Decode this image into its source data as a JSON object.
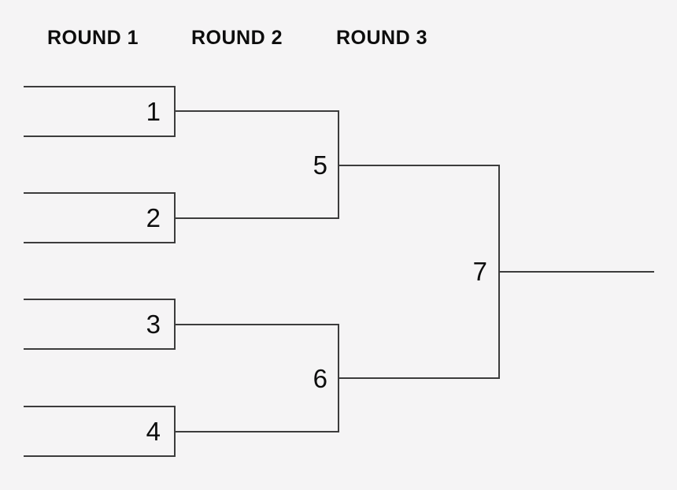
{
  "colors": {
    "background": "#f5f4f5",
    "line": "#3c3c3c",
    "text": "#0d0d0d"
  },
  "headers": [
    {
      "label": "ROUND 1"
    },
    {
      "label": "ROUND 2"
    },
    {
      "label": "ROUND 3"
    }
  ],
  "bracket": {
    "type": "single-elimination",
    "round_count": 3,
    "slots": [
      {
        "id": "1",
        "round": 1
      },
      {
        "id": "2",
        "round": 1
      },
      {
        "id": "3",
        "round": 1
      },
      {
        "id": "4",
        "round": 1
      },
      {
        "id": "5",
        "round": 2,
        "feeds_from": [
          "1",
          "2"
        ]
      },
      {
        "id": "6",
        "round": 2,
        "feeds_from": [
          "3",
          "4"
        ]
      },
      {
        "id": "7",
        "round": 3,
        "feeds_from": [
          "5",
          "6"
        ]
      }
    ]
  }
}
